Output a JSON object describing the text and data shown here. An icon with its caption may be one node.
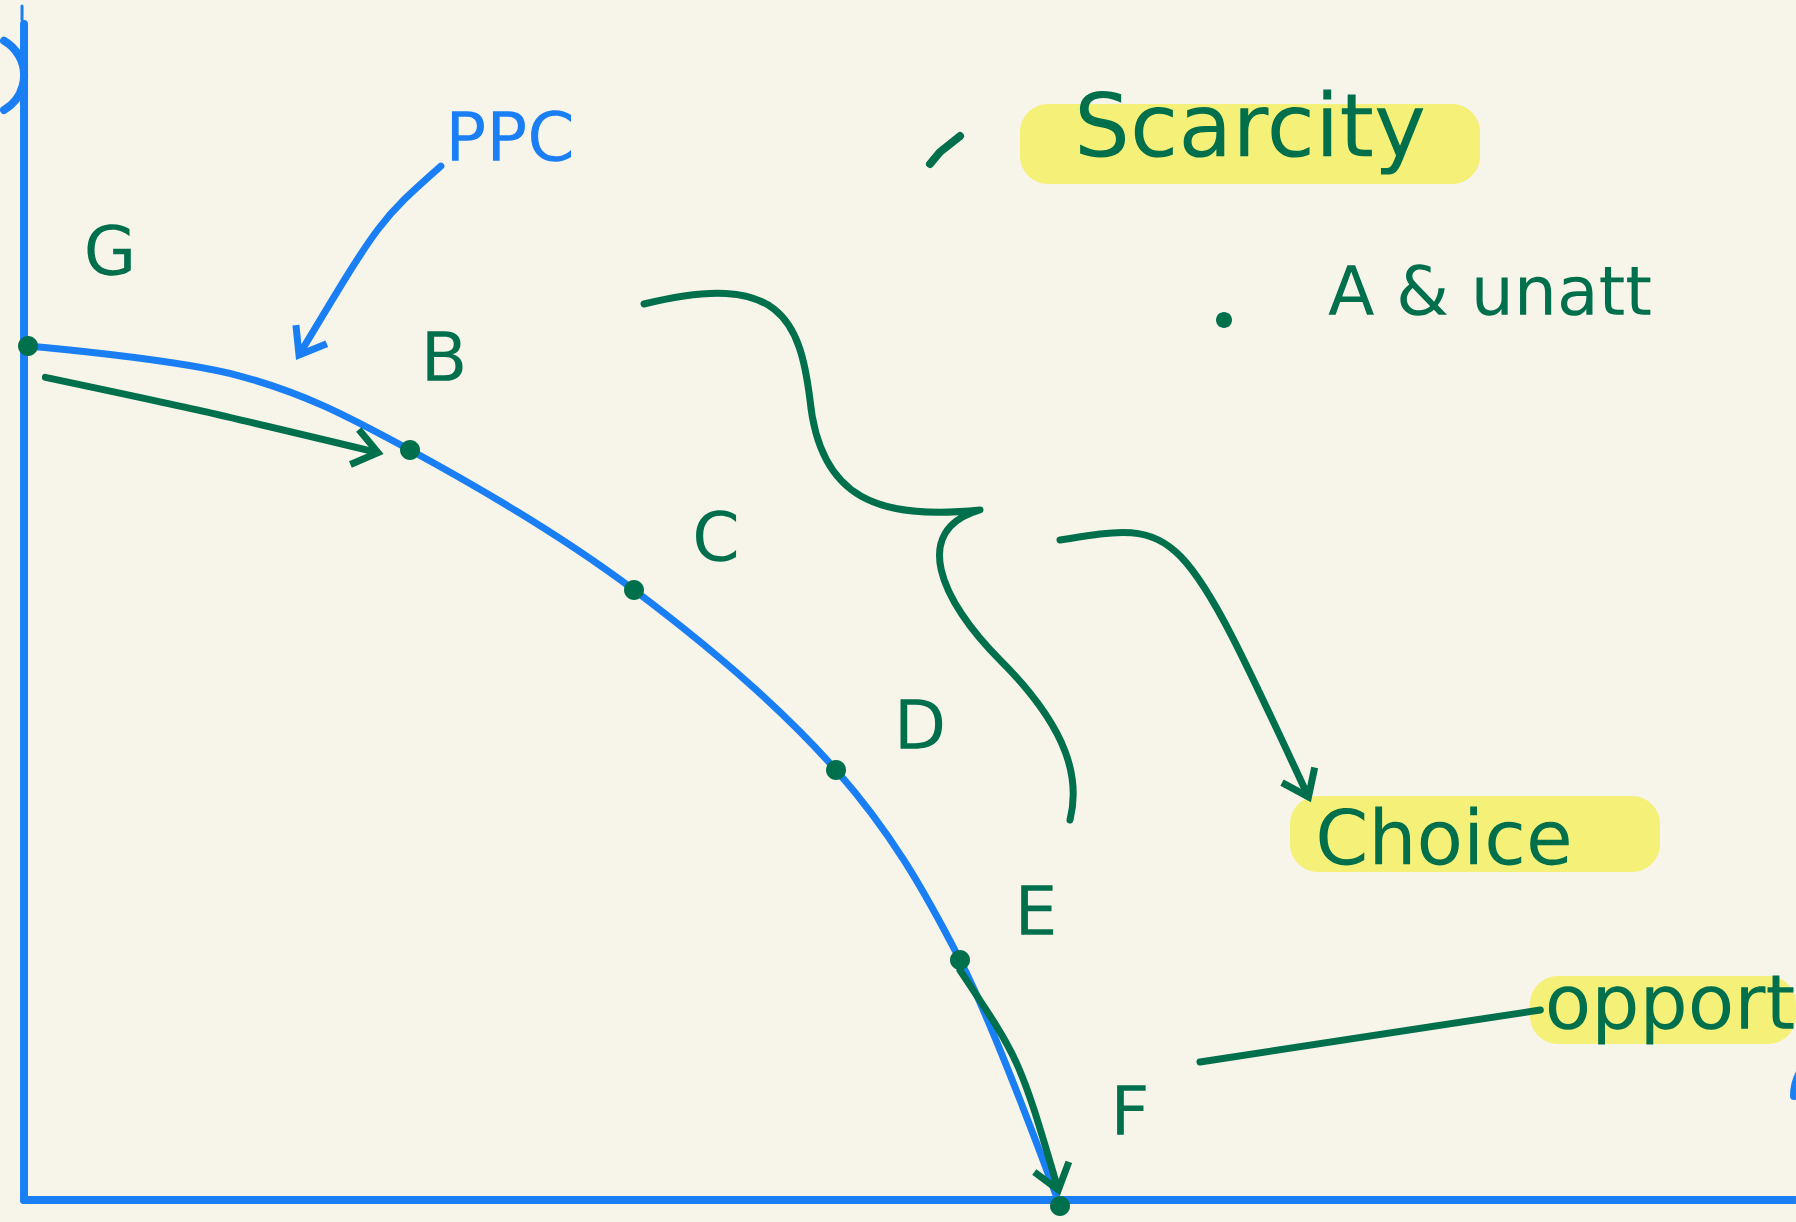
{
  "diagram": {
    "nodes": [
      {
        "text": [
          "PPC"
        ]
      },
      {
        "text": [
          "G"
        ]
      },
      {
        "text": [
          "B"
        ]
      },
      {
        "text": [
          "C"
        ]
      },
      {
        "text": [
          "D"
        ]
      },
      {
        "text": [
          "E"
        ]
      },
      {
        "text": [
          "F"
        ]
      },
      {
        "text": [
          "Scarcity"
        ]
      },
      {
        "text": [
          "A & unatt"
        ]
      },
      {
        "text": [
          "Choice"
        ]
      },
      {
        "text": [
          "opport"
        ]
      }
    ],
    "edges": [
      {
        "from": 0,
        "to": null,
        "arrow": "to",
        "color": "#1a7ff5"
      },
      {
        "from": 1,
        "to": 2,
        "arrow": "to"
      },
      {
        "from": 5,
        "to": 6,
        "arrow": "to"
      },
      {
        "from": null,
        "to": 9,
        "arrow": "to"
      },
      {
        "from": 6,
        "to": 10,
        "arrow": "none"
      }
    ]
  }
}
